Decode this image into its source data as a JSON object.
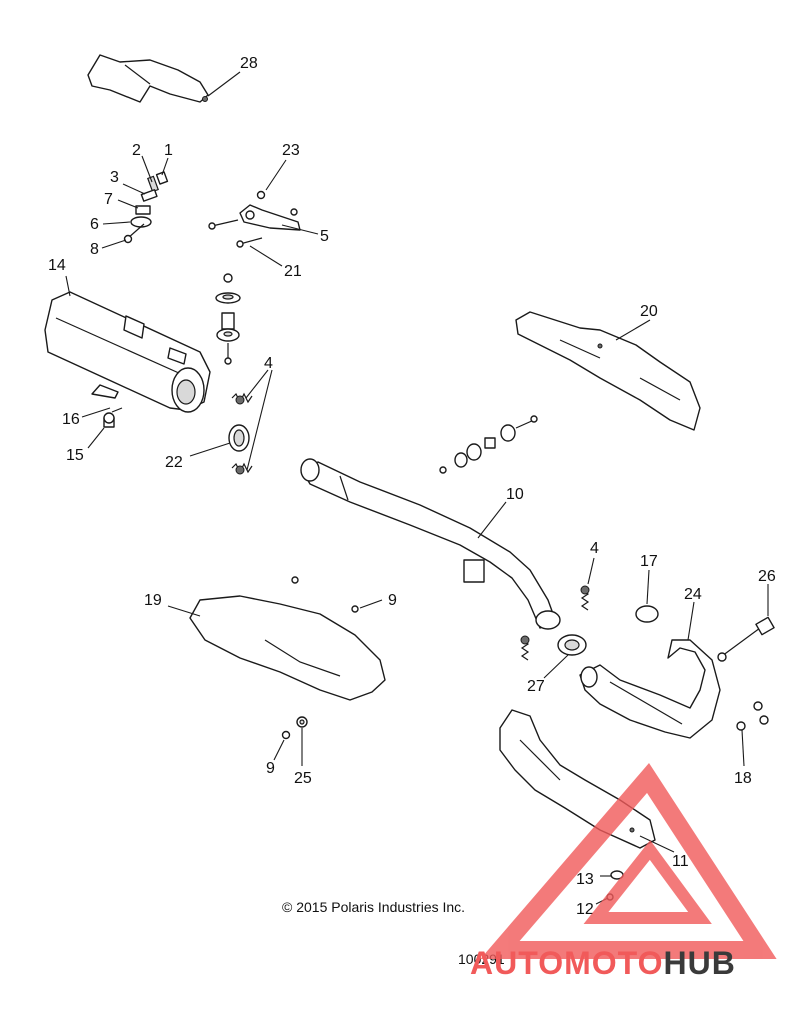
{
  "diagram": {
    "copyright": "© 2015 Polaris Industries Inc.",
    "figure_number": "100291",
    "callouts": {
      "c1": "1",
      "c2": "2",
      "c3": "3",
      "c4a": "4",
      "c4b": "4",
      "c5": "5",
      "c6": "6",
      "c7": "7",
      "c8": "8",
      "c9a": "9",
      "c9b": "9",
      "c10": "10",
      "c11": "11",
      "c12": "12",
      "c13": "13",
      "c14": "14",
      "c15": "15",
      "c16": "16",
      "c17": "17",
      "c18": "18",
      "c19": "19",
      "c20": "20",
      "c21": "21",
      "c22": "22",
      "c23": "23",
      "c24": "24",
      "c25": "25",
      "c26": "26",
      "c27": "27",
      "c28": "28"
    }
  },
  "watermark": {
    "brand_part1": "AUTOMOTO",
    "brand_part2": "HUB",
    "accent_color": "#f15a5a",
    "dark_color": "#3a3a3a"
  }
}
